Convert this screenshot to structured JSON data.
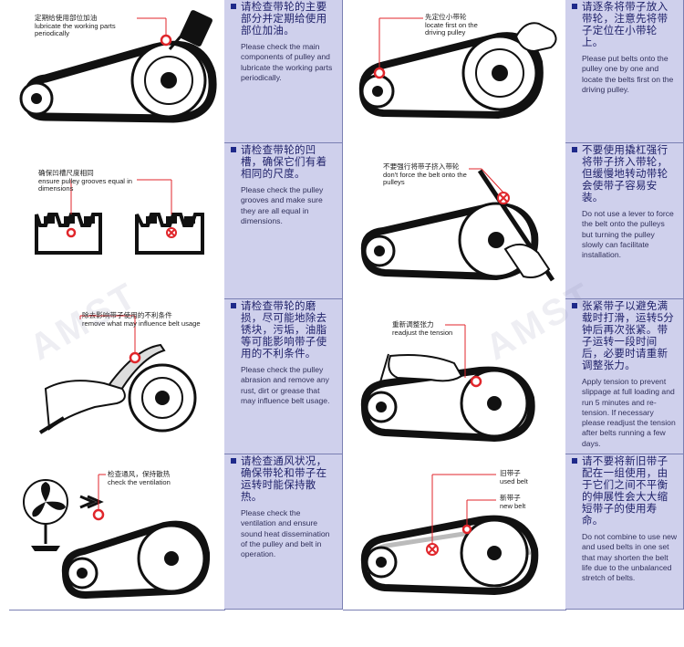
{
  "cells": [
    {
      "zh": "请检查带轮的主要部分并定期给使用部位加油。",
      "en": "Please check the main components of pulley and lubricate the working parts periodically.",
      "label_zh": "定期给使用部位加油",
      "label_en": "lubricate the working parts periodically"
    },
    {
      "zh": "请逐条将带子放入带轮，注意先将带子定位在小带轮上。",
      "en": "Please put belts onto the pulley one by one and locate the belts first on the driving pulley.",
      "label_zh": "先定位小带轮",
      "label_en": "locate first on the driving pulley"
    },
    {
      "zh": "请检查带轮的凹槽，确保它们有着相同的尺度。",
      "en": "Please check the pulley grooves and make sure they are all equal in dimensions.",
      "label_zh": "确保凹槽尺度相同",
      "label_en": "ensure pulley grooves equal in dimensions"
    },
    {
      "zh": "不要使用撬杠强行将带子挤入带轮，但缓慢地转动带轮会使带子容易安装。",
      "en": "Do not use a lever to force the belt onto the pulleys but turning the pulley slowly can facilitate installation.",
      "label_zh": "不要强行将带子挤入带轮",
      "label_en": "don't force the belt onto the pulleys"
    },
    {
      "zh": "请检查带轮的磨损，尽可能地除去锈块，污垢，油脂等可能影响带子使用的不利条件。",
      "en": "Please check the pulley abrasion and remove any rust, dirt or grease that may influence belt usage.",
      "label_zh": "除去影响带子使用的不利条件",
      "label_en": "remove what may influence belt usage"
    },
    {
      "zh": "张紧带子以避免满载时打滑，运转5分钟后再次张紧。带子运转一段时间后，必要时请重新调整张力。",
      "en": "Apply tension to prevent slippage at full loading and run 5 minutes and re-tension. If necessary please readjust the tension after belts running a few days.",
      "label_zh": "重新调整张力",
      "label_en": "readjust the tension"
    },
    {
      "zh": "请检查通风状况，确保带轮和带子在运转时能保持散热。",
      "en": "Please check the ventilation and ensure sound heat dissemination of the pulley and belt in operation.",
      "label_zh": "检查通风，保持散热",
      "label_en": "check the ventilation"
    },
    {
      "zh": "请不要将新旧带子配在一组使用，由于它们之间不平衡的伸展性会大大缩短带子的使用寿命。",
      "en": "Do not combine to use new and used belts in one set that may shorten the belt life due to the unbalanced stretch of belts.",
      "label_zh": "旧带子",
      "label_en": "used belt",
      "label2_zh": "新带子",
      "label2_en": "new belt"
    }
  ],
  "watermark": "AMST",
  "colors": {
    "panel": "#cfd0ec",
    "border": "#7a7fb3",
    "accent": "#e0262b",
    "heading": "#20226a"
  },
  "icons": [
    "oil-can-icon",
    "hand-icon",
    "pulley-icon",
    "groove-icon",
    "lever-icon",
    "fan-icon",
    "check-mark-icon",
    "cross-mark-icon"
  ]
}
